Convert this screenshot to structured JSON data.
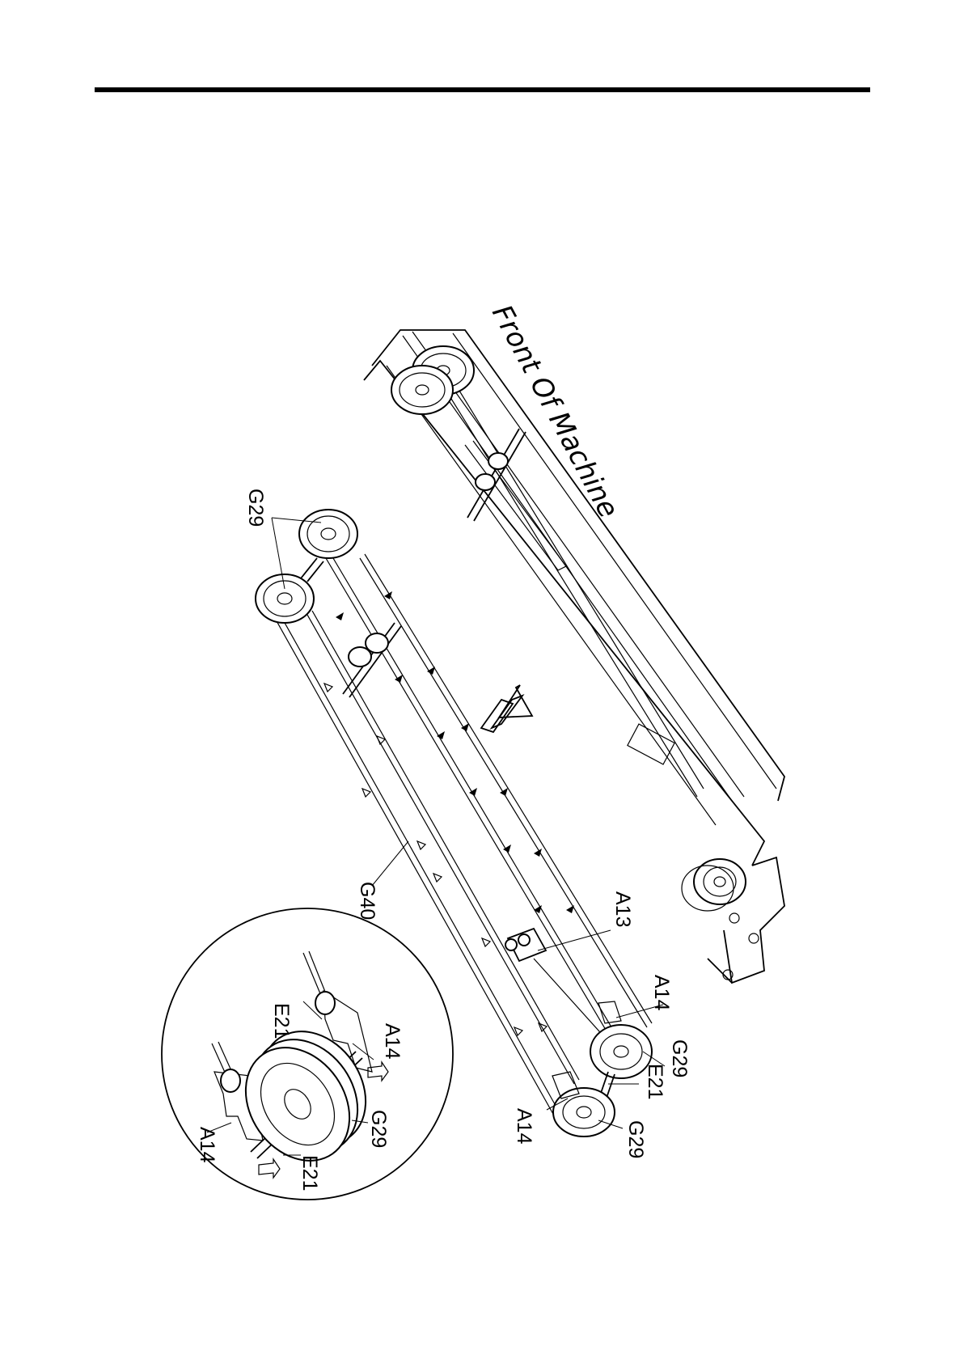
{
  "caption": "Front Of Machine",
  "labels": {
    "g29_top": "G29",
    "g40": "G40",
    "a13": "A13",
    "a14_right": "A14",
    "g29_right": "G29",
    "e21_right": "E21",
    "a14_lower": "A14",
    "g29_lower": "G29",
    "detail_e21_top": "E21",
    "detail_a14_top": "A14",
    "detail_g29": "G29",
    "detail_a14_left": "A14",
    "detail_e21_bottom": "E21"
  }
}
